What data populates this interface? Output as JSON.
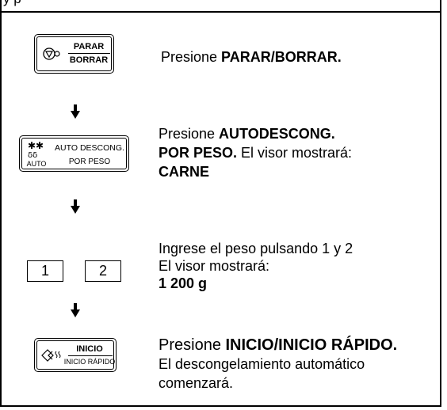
{
  "header_fragment": "y p",
  "steps": [
    {
      "key": {
        "top": "PARAR",
        "bottom": "BORRAR",
        "icon": "stop-icon"
      },
      "lines": [
        [
          {
            "t": "Presione ",
            "b": false
          },
          {
            "t": "PARAR/BORRAR.",
            "b": true
          }
        ]
      ]
    },
    {
      "key": {
        "top": "AUTO DESCONG.",
        "bottom": "POR PESO",
        "side": "AUTO",
        "icon": "defrost-icon"
      },
      "lines": [
        [
          {
            "t": "Presione ",
            "b": false
          },
          {
            "t": "AUTODESCONG.",
            "b": true
          }
        ],
        [
          {
            "t": "POR PESO.",
            "b": true
          },
          {
            "t": " El visor mostrará:",
            "b": false
          }
        ],
        [
          {
            "t": "CARNE",
            "b": true
          }
        ]
      ]
    },
    {
      "keys": [
        "1",
        "2"
      ],
      "lines": [
        [
          {
            "t": "Ingrese el peso pulsando 1 y 2",
            "b": false
          }
        ],
        [
          {
            "t": "El visor mostrará:",
            "b": false
          }
        ],
        [
          {
            "t": "1 200 g",
            "b": true
          }
        ]
      ]
    },
    {
      "key": {
        "top": "INICIO",
        "bottom": "INICIO RÁPIDO",
        "icon": "start-icon"
      },
      "lines": [
        [
          {
            "t": "Presione ",
            "b": false
          },
          {
            "t": "INICIO/INICIO RÁPIDO.",
            "b": true
          }
        ],
        [
          {
            "t": "El descongelamiento automático",
            "b": false
          }
        ],
        [
          {
            "t": "comenzará.",
            "b": false
          }
        ]
      ]
    }
  ]
}
